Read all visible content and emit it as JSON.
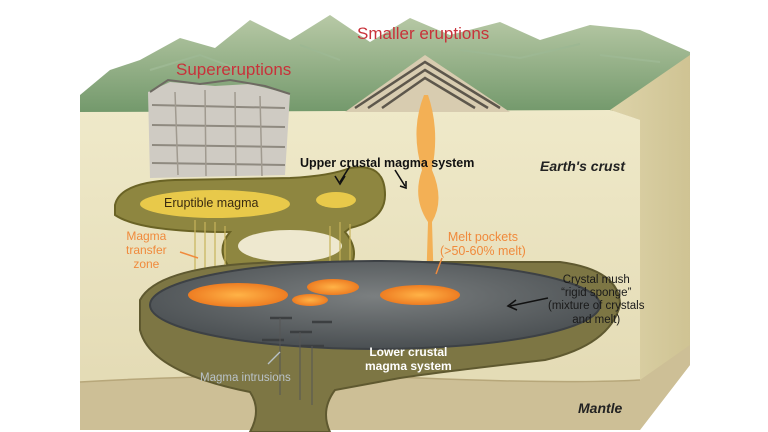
{
  "labels": {
    "supereruptions": "Supereruptions",
    "smaller_eruptions": "Smaller eruptions",
    "upper_system": "Upper crustal magma system",
    "earths_crust": "Earth's crust",
    "eruptible_magma": "Eruptible magma",
    "transfer_zone": [
      "Magma",
      "transfer",
      "zone"
    ],
    "melt_pockets": [
      "Melt pockets",
      "(>50-60% melt)"
    ],
    "crystal_mush": [
      "Crystal mush",
      "“rigid sponge”",
      "(mixture of crystals",
      "and melt)"
    ],
    "lower_system": [
      "Lower crustal",
      "magma system"
    ],
    "intrusions": "Magma intrusions",
    "mantle": "Mantle"
  },
  "colors": {
    "crust": "#e9e2bf",
    "crust_side": "#d9cfa6",
    "mountains": "#7ea27a",
    "mush_outline": "#7a7333",
    "mush_dark": "#5d6265",
    "melt": "#f29a2e",
    "label_red": "#c8323a",
    "label_orange": "#f08a3c"
  }
}
